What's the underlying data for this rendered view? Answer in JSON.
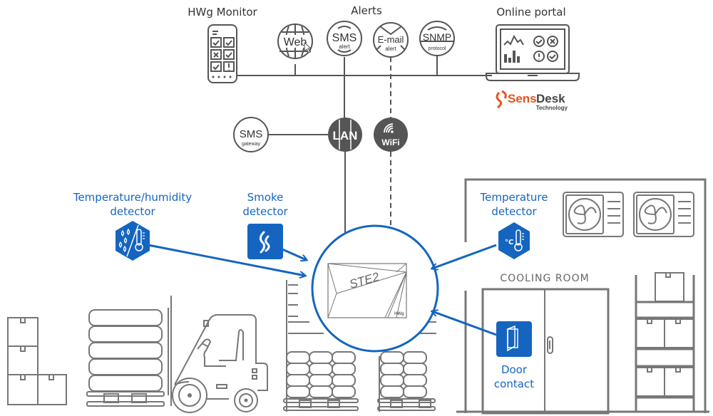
{
  "top_labels": {
    "hwg_monitor": "HWg Monitor",
    "alerts": "Alerts",
    "online_portal": "Online portal"
  },
  "alert_nodes": [
    {
      "id": "web",
      "main": "Web",
      "sub": ""
    },
    {
      "id": "sms",
      "main": "SMS",
      "sub": "alert"
    },
    {
      "id": "email",
      "main": "E-mail",
      "sub": "alert"
    },
    {
      "id": "snmp",
      "main": "SNMP",
      "sub": "protocol"
    }
  ],
  "network_nodes": {
    "sms_gateway": {
      "main": "SMS",
      "sub": "gateway"
    },
    "lan": "LAN",
    "wifi": "WiFi"
  },
  "brand": {
    "name_part1": "Sens",
    "name_part2": "Desk",
    "tagline": "Technology",
    "color": "#e8501f"
  },
  "device": {
    "name": "STE2",
    "maker_mark": "HWg"
  },
  "sensors": [
    {
      "id": "temp-humidity",
      "line1": "Temperature/humidity",
      "line2": "detector",
      "icon": "humidity-thermometer-icon"
    },
    {
      "id": "smoke",
      "line1": "Smoke",
      "line2": "detector",
      "icon": "flame-icon"
    },
    {
      "id": "temperature",
      "line1": "Temperature",
      "line2": "detector",
      "icon": "thermometer-celsius-icon",
      "unit": "°C"
    },
    {
      "id": "door",
      "line1": "Door",
      "line2": "contact",
      "icon": "door-icon"
    }
  ],
  "room_label": "COOLING ROOM",
  "colors": {
    "accent_blue": "#1565c0",
    "line_dark": "#555555",
    "illustration_gray": "#777777"
  }
}
